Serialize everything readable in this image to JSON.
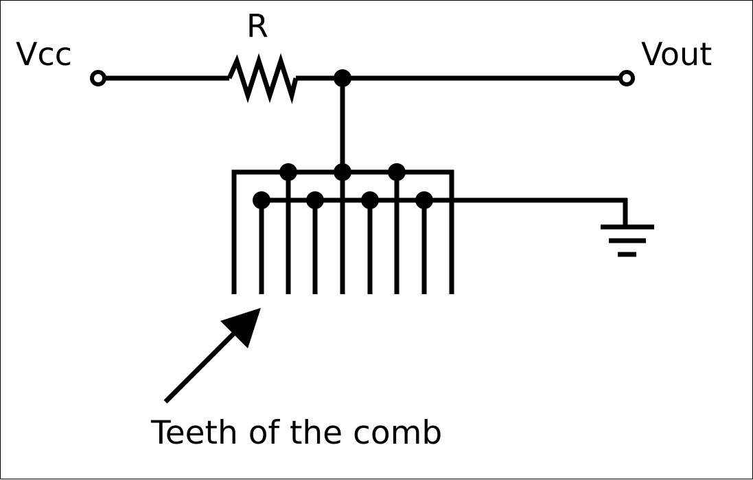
{
  "diagram": {
    "labels": {
      "vcc": "Vcc",
      "resistor": "R",
      "vout": "Vout",
      "caption": "Teeth of the comb"
    },
    "colors": {
      "ink": "#000000",
      "background": "#ffffff"
    }
  }
}
